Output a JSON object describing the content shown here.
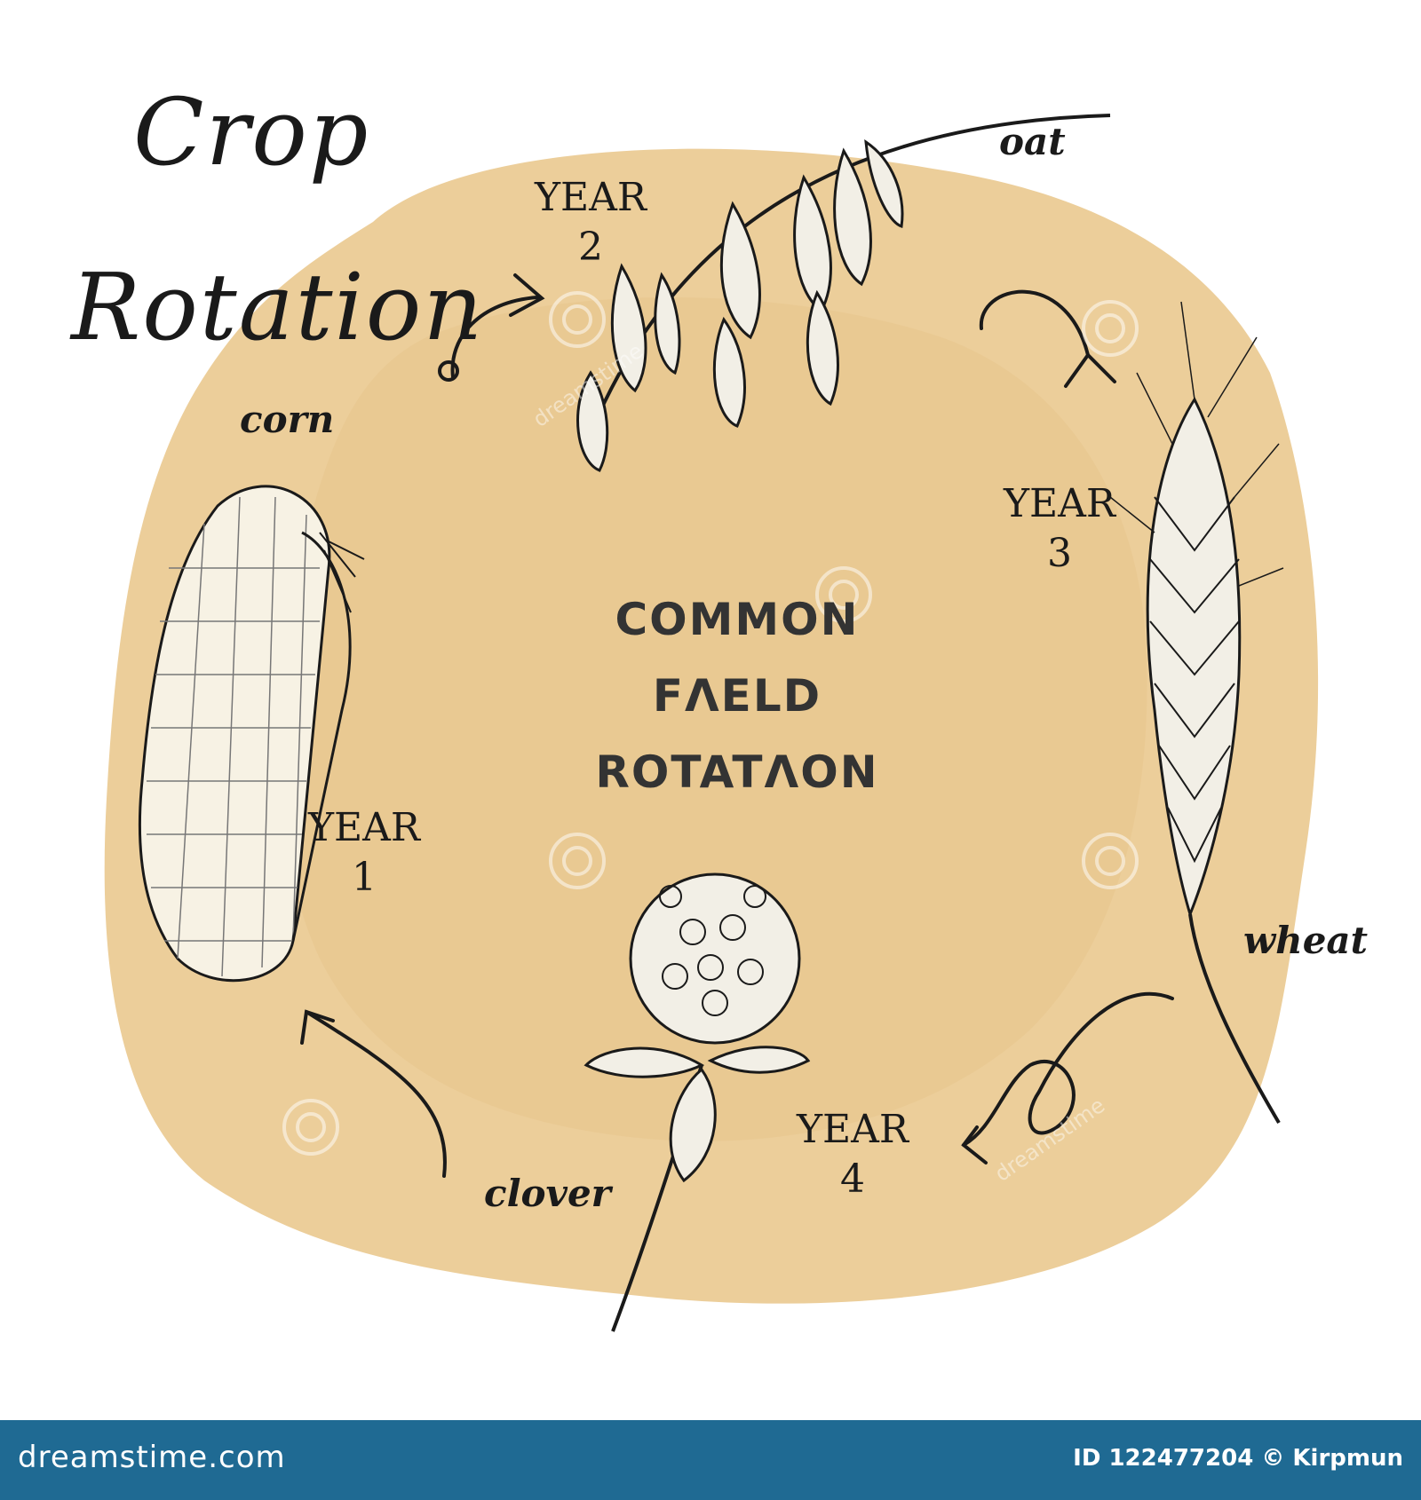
{
  "title": {
    "line1": "Crop",
    "line2": "Rotation"
  },
  "center_text": [
    "COMMON",
    "FΛELD",
    "ROTATΛON"
  ],
  "years": [
    {
      "label": "YEAR",
      "number": "1",
      "crop": "corn"
    },
    {
      "label": "YEAR",
      "number": "2",
      "crop": "oat"
    },
    {
      "label": "YEAR",
      "number": "3",
      "crop": "wheat"
    },
    {
      "label": "YEAR",
      "number": "4",
      "crop": "clover"
    }
  ],
  "footer": {
    "brand": "dreamstime.com",
    "id_text": "ID 122477204 © Kirpmun"
  },
  "watermark": "dreamstime",
  "colors": {
    "blob": "#ecce9a",
    "ink": "#1a1a1a",
    "footer": "#1f6a93"
  }
}
